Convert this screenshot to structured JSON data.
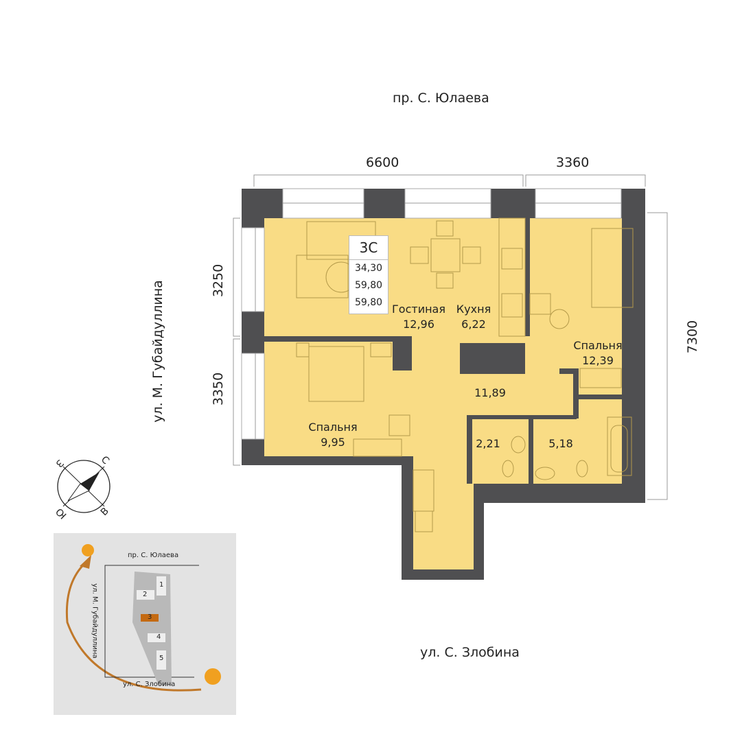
{
  "streets": {
    "top": "пр. С. Юлаева",
    "left": "ул. М. Губайдуллина",
    "bottom": "ул. С. Злобина"
  },
  "dimensions": {
    "top_left": "6600",
    "top_right": "3360",
    "left_top": "3250",
    "left_bottom": "3350",
    "right": "7300"
  },
  "apartment": {
    "type": "3С",
    "living_area": "34,30",
    "total_area": "59,80",
    "total_area_2": "59,80"
  },
  "rooms": [
    {
      "name": "Гостиная",
      "area": "12,96"
    },
    {
      "name": "Кухня",
      "area": "6,22"
    },
    {
      "name": "Спальня",
      "area": "12,39"
    },
    {
      "name": "",
      "area": "11,89"
    },
    {
      "name": "Спальня",
      "area": "9,95"
    },
    {
      "name": "",
      "area": "2,21"
    },
    {
      "name": "",
      "area": "5,18"
    }
  ],
  "compass": {
    "n": "С",
    "e": "В",
    "s": "Ю",
    "w": "З"
  },
  "minimap": {
    "top": "пр. С. Юлаева",
    "left": "ул. М. Губайдуллина",
    "bottom": "ул. С. Злобина",
    "buildings": [
      "1",
      "2",
      "3",
      "4",
      "5"
    ],
    "highlight": "3"
  },
  "colors": {
    "floor": "#f9dc85",
    "wall": "#4f4f51",
    "highlight": "#c46a12"
  }
}
